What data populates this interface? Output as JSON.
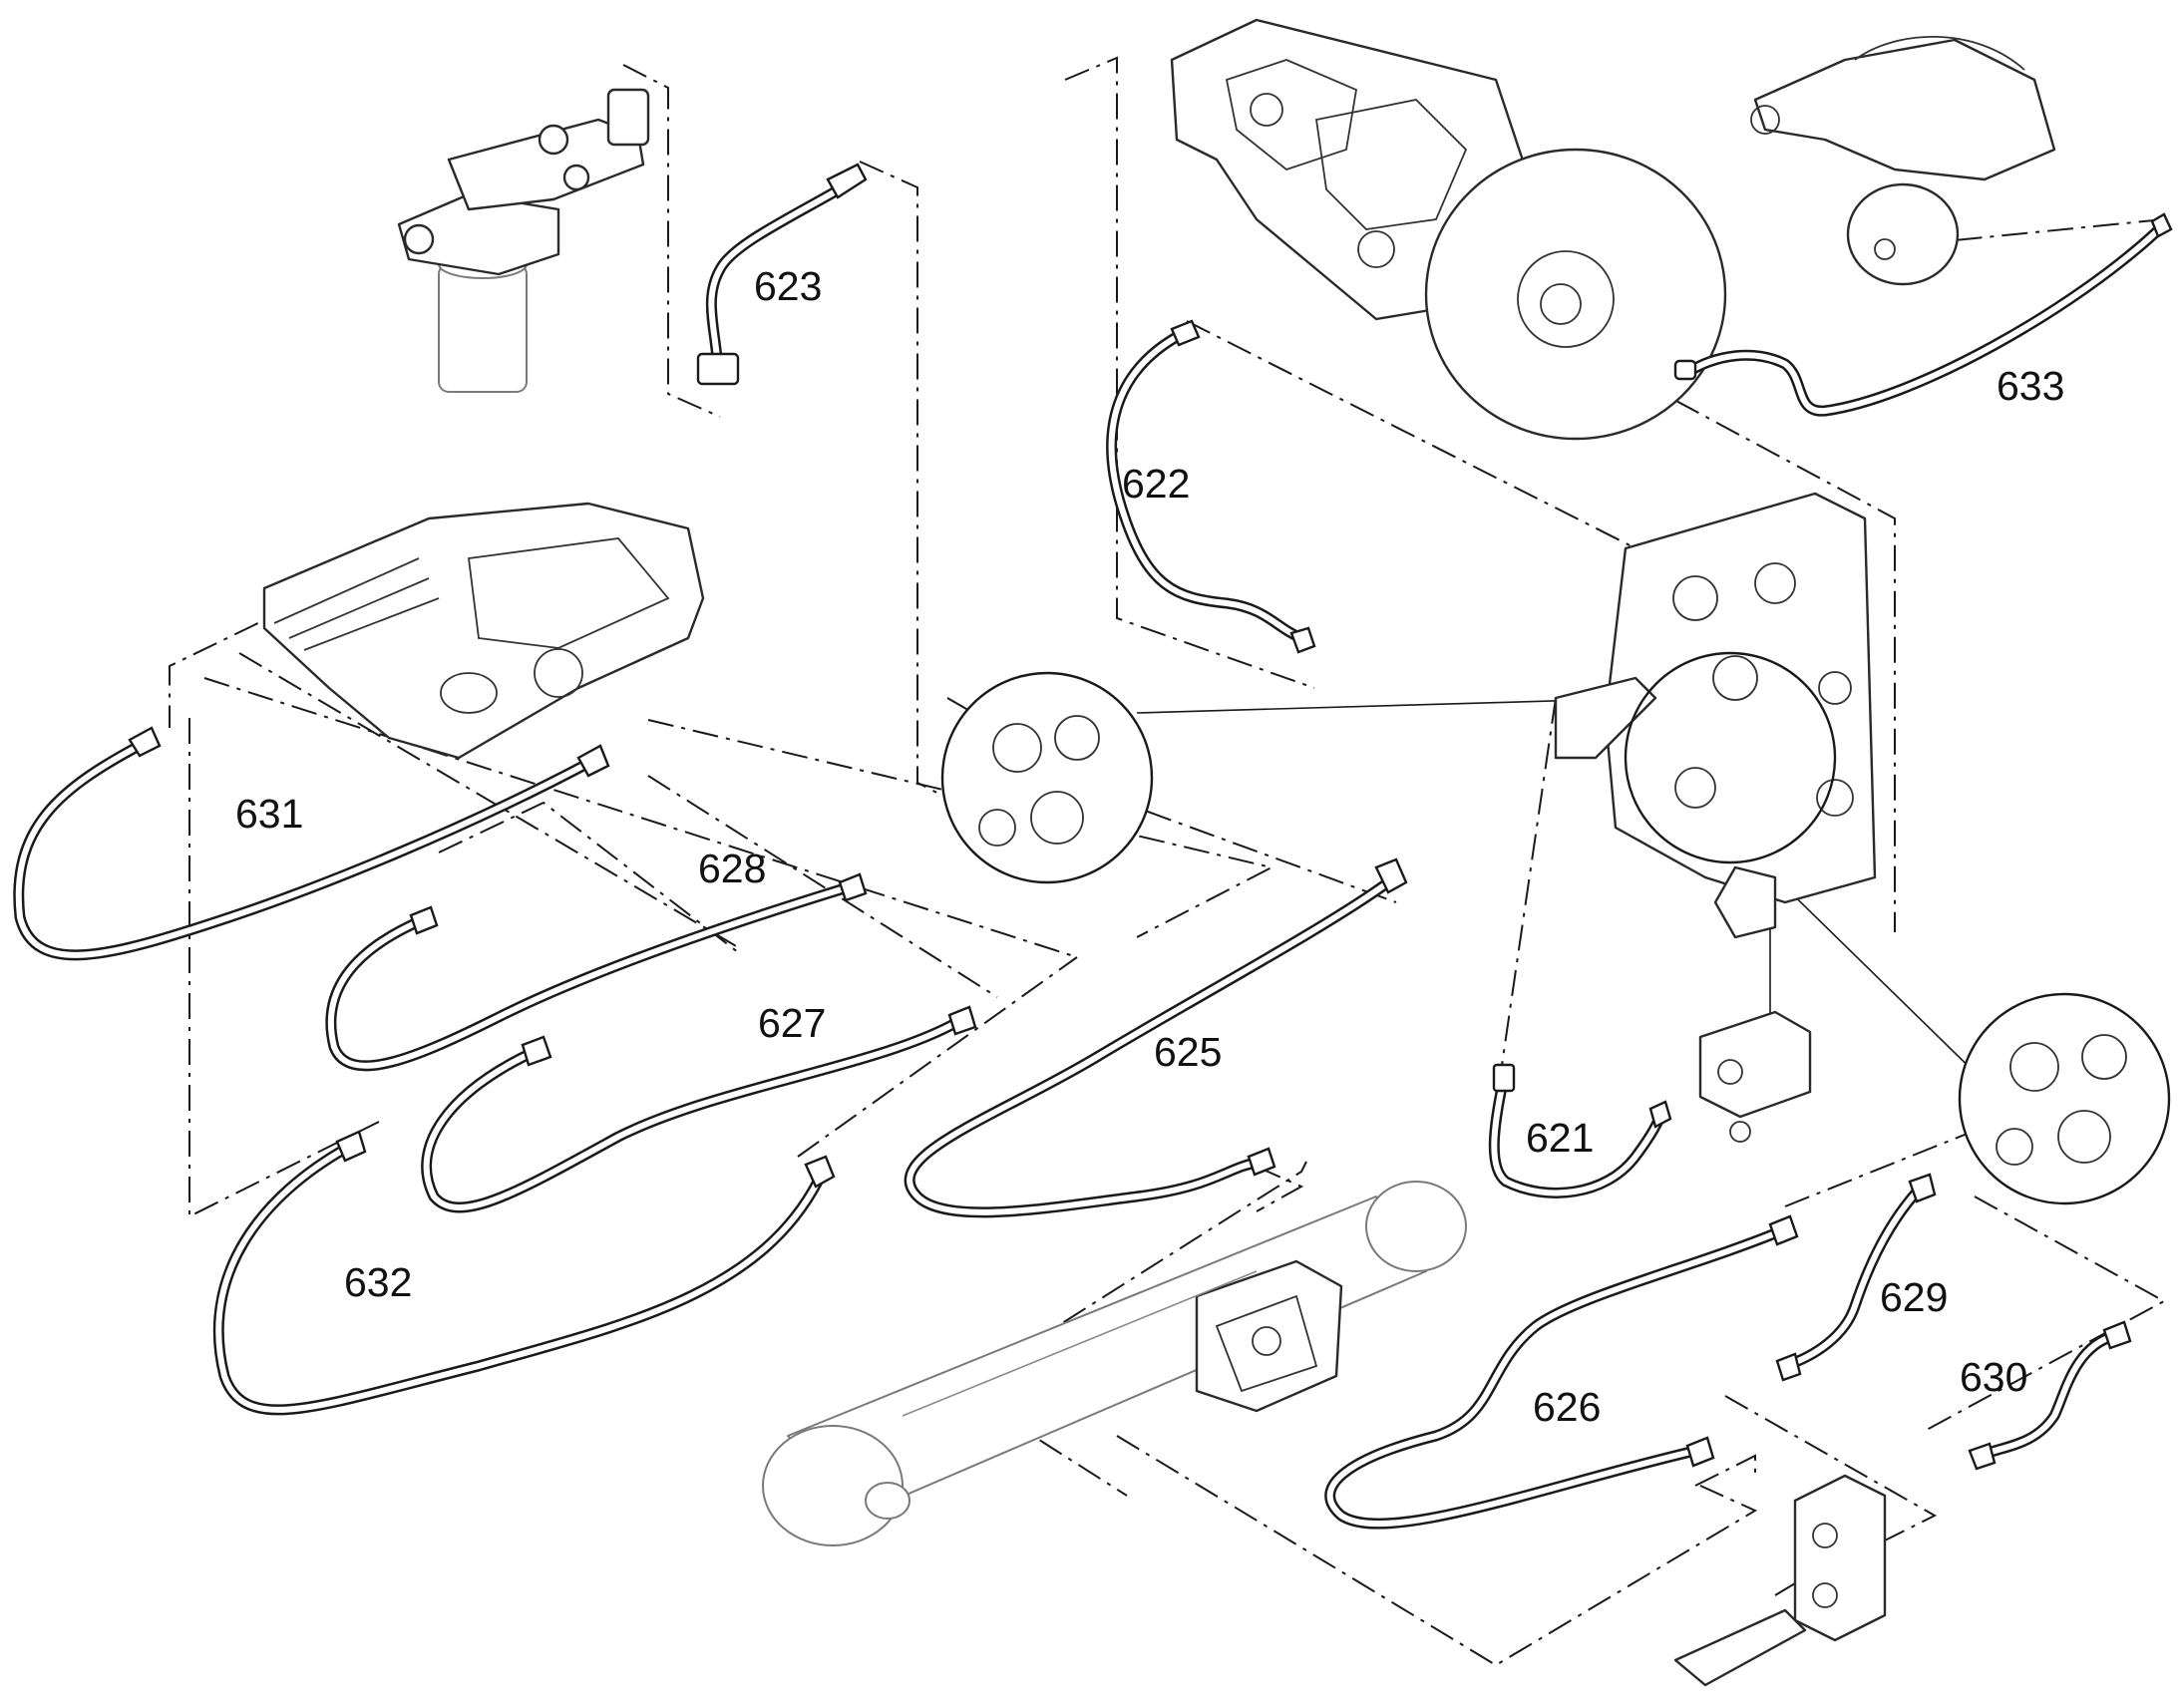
{
  "diagram": {
    "labels": {
      "l621": "621",
      "l622": "622",
      "l623": "623",
      "l625": "625",
      "l626": "626",
      "l627": "627",
      "l628": "628",
      "l629": "629",
      "l630": "630",
      "l631": "631",
      "l632": "632",
      "l633": "633"
    },
    "colors": {
      "line": "#1a1a1a",
      "faded_component": "#7a7a7a",
      "background": "#ffffff"
    }
  }
}
